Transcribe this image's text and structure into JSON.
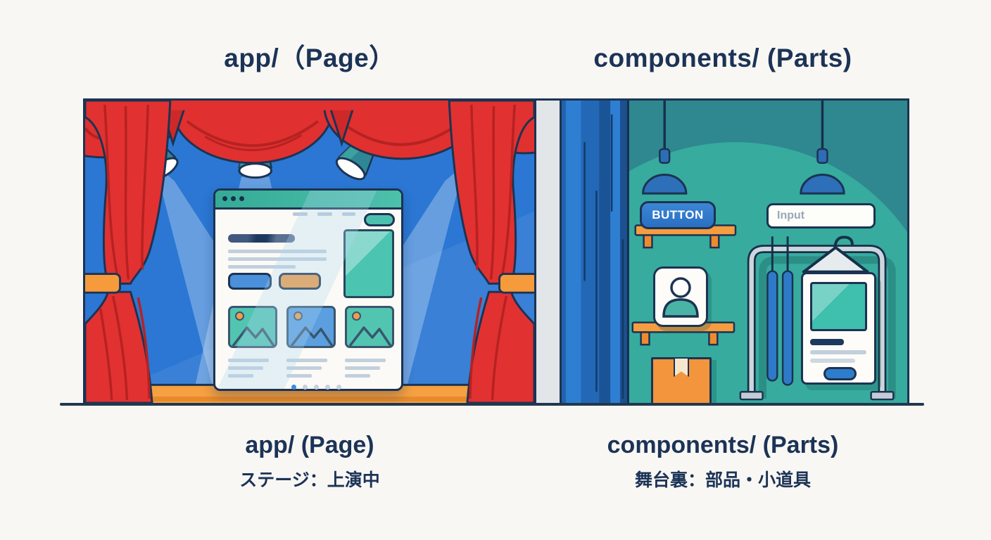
{
  "header": {
    "left_title": "app/（Page）",
    "right_title": "components/ (Parts)"
  },
  "captions": {
    "left": {
      "title": "app/ (Page)",
      "subtitle": "ステージ：上演中"
    },
    "right": {
      "title": "components/ (Parts)",
      "subtitle": "舞台裏：部品・小道具"
    }
  },
  "backstage": {
    "button_label": "BUTTON",
    "input_placeholder": "Input"
  },
  "stage": {
    "browser": {
      "traffic_dots": 3,
      "nav_links": 3,
      "pagination_dots": 5,
      "active_dot": 1
    }
  },
  "colors": {
    "ink": "#1c3352",
    "title_navy": "#1c3357",
    "curtain_red": "#e03030",
    "curtain_red_dark": "#b62222",
    "stage_blue": "#2b77d3",
    "floor_orange": "#f5a041",
    "shelf_orange": "#f59d40",
    "backstage_teal": "#37ab9e",
    "backstage_teal_dark": "#2f8790",
    "side_curtain_blue": "#2368b6",
    "button_blue": "#2f7ccc",
    "browser_bar_teal": "#41b8a3",
    "accent_teal": "#4cc4b2",
    "background": "#f8f7f3"
  }
}
